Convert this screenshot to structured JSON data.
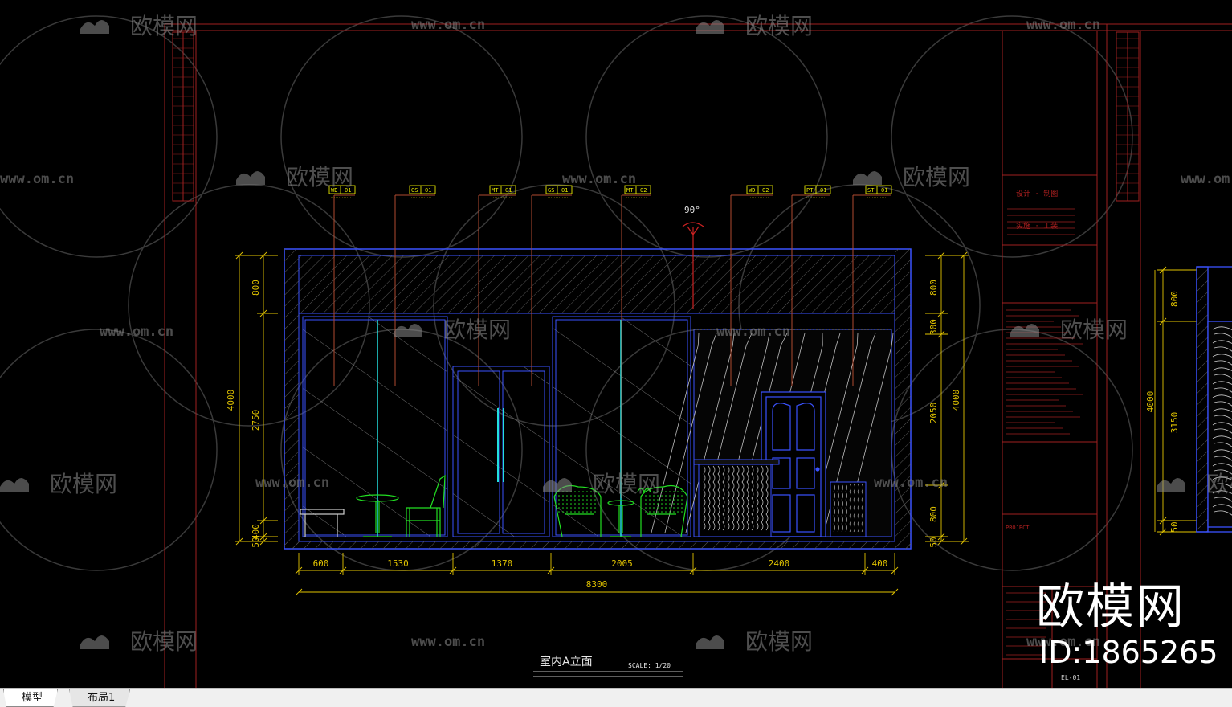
{
  "dimensions_bottom": [
    "600",
    "1530",
    "1370",
    "2005",
    "2400",
    "400"
  ],
  "dimension_total": "8300",
  "dimensions_left": [
    "800",
    "2750",
    "400",
    "50",
    "4000"
  ],
  "dimensions_right": [
    "800",
    "300",
    "2050",
    "800",
    "50",
    "4000"
  ],
  "dimensions_far_right": [
    "800",
    "4000",
    "3150",
    "50"
  ],
  "angle_label": "90°",
  "material_tags": [
    {
      "code": "WD",
      "num": "01"
    },
    {
      "code": "GS",
      "num": "01"
    },
    {
      "code": "MT",
      "num": "01"
    },
    {
      "code": "GS",
      "num": "01"
    },
    {
      "code": "MT",
      "num": "02"
    },
    {
      "code": "WD",
      "num": "02"
    },
    {
      "code": "PT",
      "num": "01"
    },
    {
      "code": "ST",
      "num": "01"
    }
  ],
  "drawing_title": "室内A立面",
  "scale_label": "SCALE: 1/20",
  "title_block": {
    "design_header": "设计 · 制图",
    "construct_header": "实施 · 工装",
    "project_label": "PROJECT",
    "sheet_no": "EL-01"
  },
  "watermark": {
    "brand": "欧模网",
    "url": "www.om.cn",
    "id": "ID:1865265"
  },
  "tabs": [
    {
      "label": "模型",
      "active": true
    },
    {
      "label": "布局1",
      "active": false
    }
  ],
  "colors": {
    "background": "#000000",
    "frame": "#3a52ff",
    "dimension": "#e2c400",
    "leader": "#b04a30",
    "tag": "#e6e600",
    "cyan": "#22e0e0",
    "furniture": "#22e022",
    "hatch": "#6a6a6a",
    "titleblock": "#b02020",
    "watermark": "#9a9a9a"
  }
}
